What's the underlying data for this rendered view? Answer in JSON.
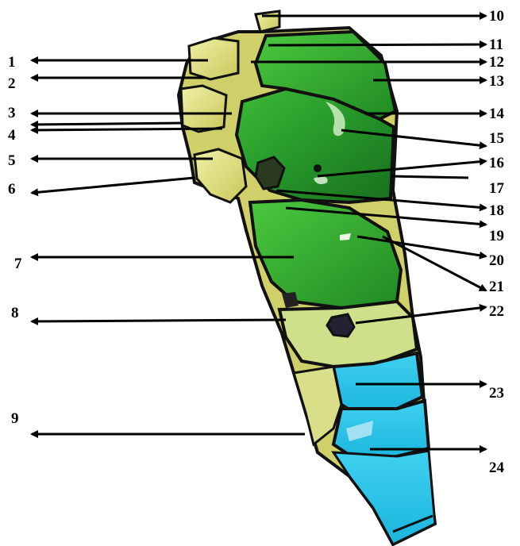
{
  "figure": {
    "left_labels": [
      "1",
      "2",
      "3",
      "4",
      "5",
      "6",
      "7",
      "8",
      "9"
    ],
    "right_labels": [
      "10",
      "11",
      "12",
      "13",
      "14",
      "15",
      "16",
      "17",
      "18",
      "19",
      "20",
      "21",
      "22",
      "23",
      "24"
    ],
    "colors": {
      "green_dark": "#1f7a1e",
      "green_mid": "#2fae2c",
      "green_light": "#5fd24a",
      "yellow": "#d8d86a",
      "yellow_pale": "#ecec9a",
      "blue": "#22c4ea",
      "blue_light": "#6fd8ef",
      "outline": "#111111",
      "arrow": "#000000"
    }
  }
}
